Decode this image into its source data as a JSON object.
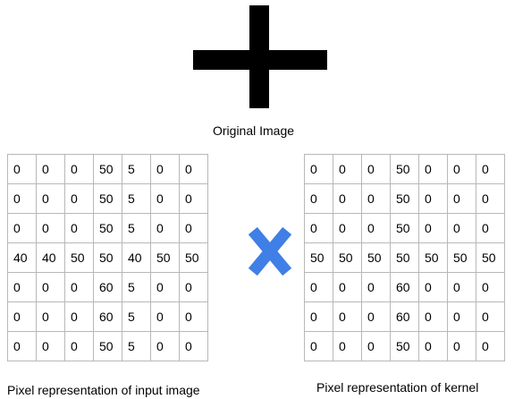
{
  "captions": {
    "original": "Original Image",
    "input": "Pixel representation of input image",
    "kernel": "Pixel representation of kernel"
  },
  "operator_icon": "multiply-x-icon",
  "colors": {
    "operator": "#3f7fe6",
    "glyph": "#000000",
    "grid_border": "#b8b8b8"
  },
  "input_matrix": [
    [
      "0",
      "0",
      "0",
      "50",
      "5",
      "0",
      "0"
    ],
    [
      "0",
      "0",
      "0",
      "50",
      "5",
      "0",
      "0"
    ],
    [
      "0",
      "0",
      "0",
      "50",
      "5",
      "0",
      "0"
    ],
    [
      "40",
      "40",
      "50",
      "50",
      "40",
      "50",
      "50"
    ],
    [
      "0",
      "0",
      "0",
      "60",
      "5",
      "0",
      "0"
    ],
    [
      "0",
      "0",
      "0",
      "60",
      "5",
      "0",
      "0"
    ],
    [
      "0",
      "0",
      "0",
      "50",
      "5",
      "0",
      "0"
    ]
  ],
  "kernel_matrix": [
    [
      "0",
      "0",
      "0",
      "50",
      "0",
      "0",
      "0"
    ],
    [
      "0",
      "0",
      "0",
      "50",
      "0",
      "0",
      "0"
    ],
    [
      "0",
      "0",
      "0",
      "50",
      "0",
      "0",
      "0"
    ],
    [
      "50",
      "50",
      "50",
      "50",
      "50",
      "50",
      "50"
    ],
    [
      "0",
      "0",
      "0",
      "60",
      "0",
      "0",
      "0"
    ],
    [
      "0",
      "0",
      "0",
      "60",
      "0",
      "0",
      "0"
    ],
    [
      "0",
      "0",
      "0",
      "50",
      "0",
      "0",
      "0"
    ]
  ]
}
